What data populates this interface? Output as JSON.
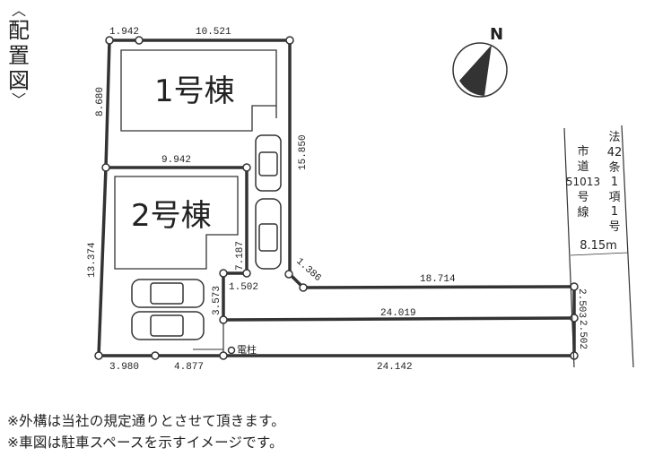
{
  "title": {
    "text_chars": [
      "配",
      "置",
      "図"
    ],
    "open": "︿",
    "close": "﹀"
  },
  "buildings": [
    {
      "label": "1号棟"
    },
    {
      "label": "2号棟"
    }
  ],
  "dimensions": {
    "top_left": "1.942",
    "top": "10.521",
    "left_upper": "8.680",
    "right": "15.850",
    "middle": "9.942",
    "left_lower": "13.374",
    "inner_vertical": "7.187",
    "inner_short": "1.502",
    "diagonal": "1.386",
    "road_top": "18.714",
    "side_left": "3.573",
    "middle_long": "24.019",
    "right_upper": "2.503",
    "right_lower": "2.502",
    "bottom_left": "3.980",
    "bottom_mid": "4.877",
    "bottom_long": "24.142"
  },
  "pole_label": "電柱",
  "compass": {
    "label": "N"
  },
  "road": {
    "col_left": [
      "市",
      "道",
      "51013",
      "号",
      "線"
    ],
    "col_right": [
      "法",
      "42",
      "条",
      "1",
      "項",
      "1",
      "号"
    ],
    "width": "8.15m"
  },
  "notes": [
    "※外構は当社の規定通りとさせて頂きます。",
    "※車図は駐車スペースを示すイメージです。"
  ]
}
